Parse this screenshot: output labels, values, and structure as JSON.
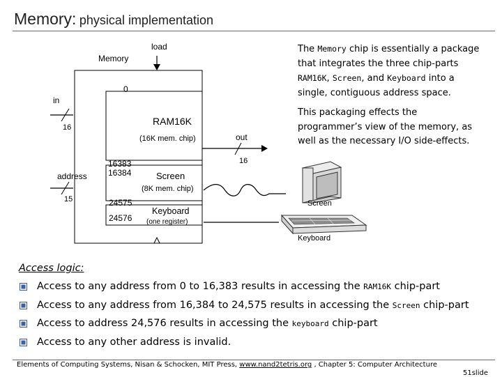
{
  "title": {
    "main": "Memory:",
    "sub": "physical implementation"
  },
  "diagram": {
    "memory_label": "Memory",
    "load_label": "load",
    "in_label": "in",
    "in_width": "16",
    "address_label": "address",
    "address_width": "15",
    "out_label": "out",
    "out_width": "16",
    "addr_0": "0",
    "ram_label": "RAM16K",
    "ram_sub": "(16K mem. chip)",
    "addr_16383": "16383",
    "addr_16384": "16384",
    "screen_label": "Screen",
    "screen_sub": "(8K mem. chip)",
    "addr_24575": "24575",
    "addr_24576": "24576",
    "keyboard_label": "Keyboard",
    "keyboard_sub": "(one register)",
    "screen_device": "Screen",
    "keyboard_device": "Keyboard"
  },
  "description": {
    "p1_a": "The ",
    "p1_memory": "Memory",
    "p1_b": " chip is essentially a package",
    "p1_line2": "that integrates the three chip-parts",
    "p1_ram": "RAM16K",
    "p1_comma": ", ",
    "p1_screen": "Screen",
    "p1_and": ", and ",
    "p1_keyboard": "Keyboard",
    "p1_into": " into a",
    "p1_line4": "single, contiguous address space.",
    "p2_line1": "This packaging effects the",
    "p2_line2": "programmer’s view of the memory, as",
    "p2_line3": "well as the necessary I/O side-effects."
  },
  "access": {
    "heading": "Access logic:",
    "b1_text": "Access to any address from 0 to 16,383 results in accessing the ",
    "b1_code": "RAM16K",
    "b1_end": " chip-part",
    "b2_text": "Access to any address from 16,384 to 24,575 results in accessing the ",
    "b2_code": "Screen",
    "b2_end": " chip-part",
    "b3_text": "Access to address 24,576 results in accessing the ",
    "b3_code": "keyboard",
    "b3_end": " chip-part",
    "b4_text": "Access to any other address is invalid."
  },
  "footer": {
    "text_a": "Elements of Computing Systems, Nisan & Schocken, MIT Press, ",
    "link": "www.nand2tetris.org",
    "text_b": " , Chapter 5: Computer Architecture",
    "slide": "51slide"
  },
  "colors": {
    "bullet_color": "#3b5ea8",
    "rule": "#666666"
  }
}
